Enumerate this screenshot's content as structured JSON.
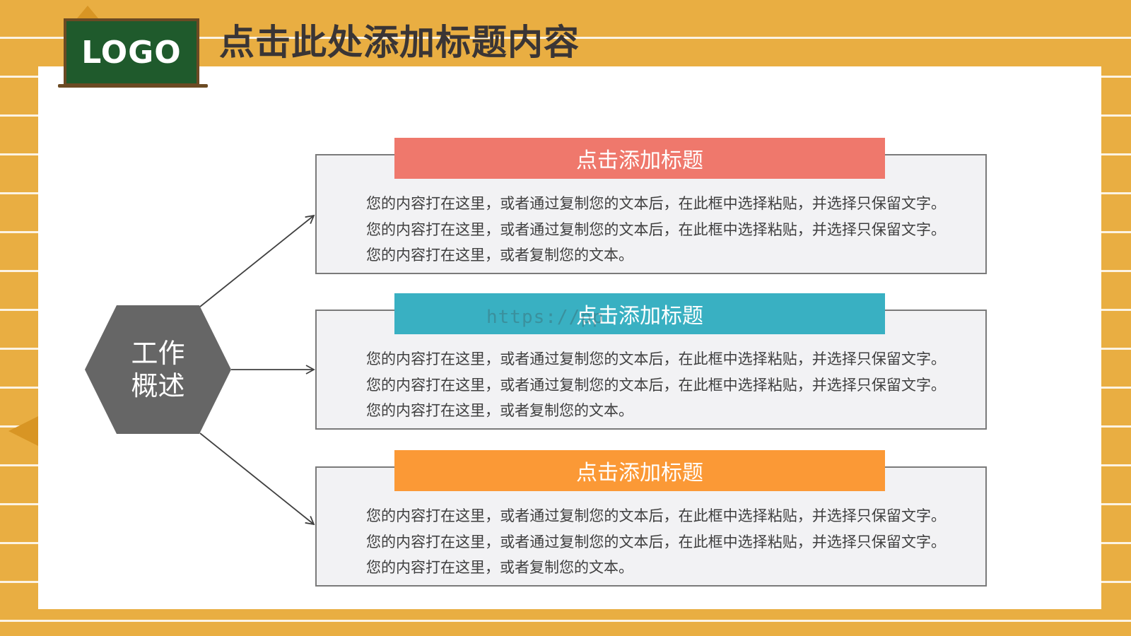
{
  "slide": {
    "logo_text": "LOGO",
    "title": "点击此处添加标题内容",
    "watermark": "https://pp"
  },
  "diagram": {
    "center_label": "工作概述",
    "items": [
      {
        "title": "点击添加标题",
        "header_color": "#ef786c",
        "body": "您的内容打在这里，或者通过复制您的文本后，在此框中选择粘贴，并选择只保留文字。您的内容打在这里，或者通过复制您的文本后，在此框中选择粘贴，并选择只保留文字。您的内容打在这里，或者复制您的文本。"
      },
      {
        "title": "点击添加标题",
        "header_color": "#39b0c2",
        "body": "您的内容打在这里，或者通过复制您的文本后，在此框中选择粘贴，并选择只保留文字。您的内容打在这里，或者通过复制您的文本后，在此框中选择粘贴，并选择只保留文字。您的内容打在这里，或者复制您的文本。"
      },
      {
        "title": "点击添加标题",
        "header_color": "#fb9936",
        "body": "您的内容打在这里，或者通过复制您的文本后，在此框中选择粘贴，并选择只保留文字。您的内容打在这里，或者通过复制您的文本后，在此框中选择粘贴，并选择只保留文字。您的内容打在这里，或者复制您的文本。"
      }
    ]
  },
  "colors": {
    "background": "#e9ae42",
    "hexagon": "#666666",
    "logo_board": "#1f5a2c"
  }
}
